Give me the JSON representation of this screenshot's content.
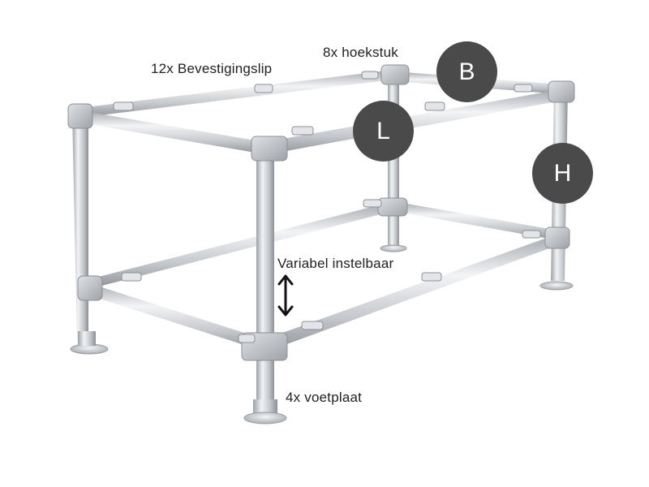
{
  "labels": {
    "clips": "12x Bevestigingslip",
    "corners": "8x hoekstuk",
    "adjustable": "Variabel instelbaar",
    "footplates": "4x voetplaat"
  },
  "badges": {
    "width": "B",
    "length": "L",
    "height": "H"
  },
  "colors": {
    "badge": "#4a4a4a",
    "label_text": "#222222",
    "tube_light": "#eef0f2",
    "tube_mid": "#c9ccd0",
    "tube_dark": "#8c9096"
  }
}
